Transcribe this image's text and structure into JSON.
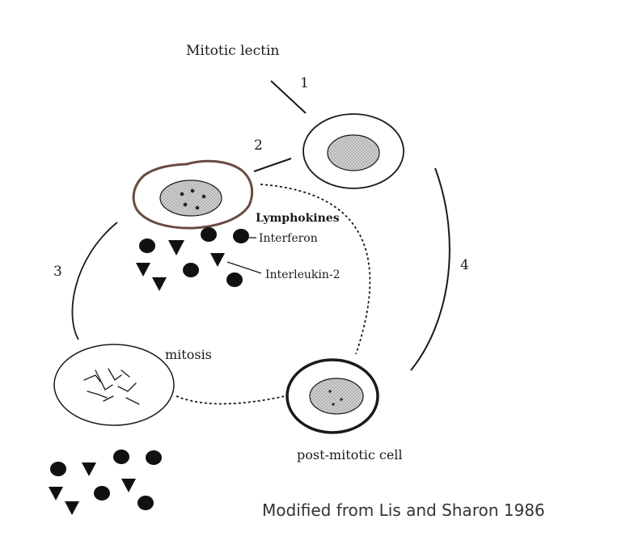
{
  "labels": {
    "title": "Mitotic lectin",
    "step1": "1",
    "step2": "2",
    "step3": "3",
    "step4": "4",
    "lymphokines": "Lymphokines",
    "interferon": "Interferon",
    "interleukin": "Interleukin-2",
    "mitosis": "mitosis",
    "post_mitotic": "post-mitotic cell",
    "credit": "Modified from Lis and Sharon 1986"
  },
  "colors": {
    "ink": "#1a1a1a",
    "activated_outline": "#6b4a42",
    "nucleus_fill": "#c8c8c8"
  },
  "icons": {
    "interferon": "filled-circle",
    "interleukin_2": "filled-down-triangle"
  }
}
